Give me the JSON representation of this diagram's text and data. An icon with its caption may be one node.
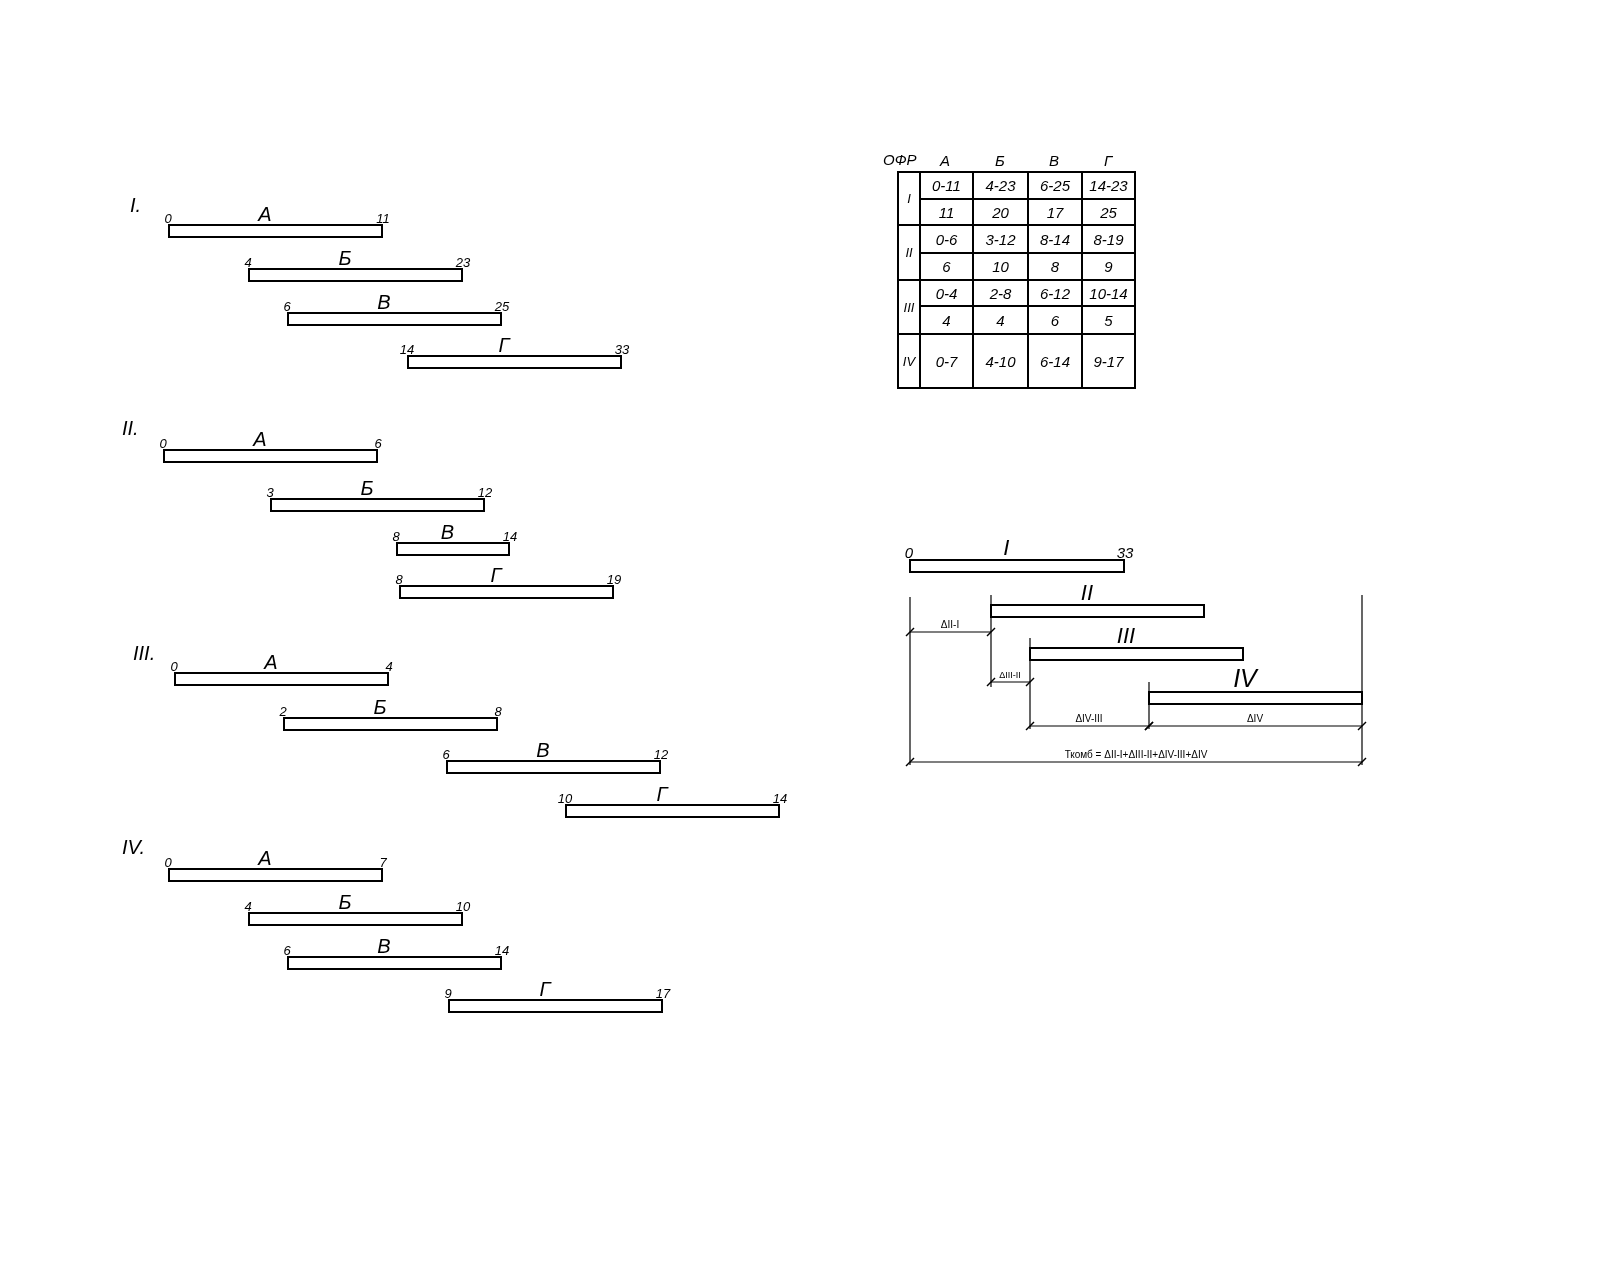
{
  "diagram": {
    "nodes": [
      {
        "text": [
          "А"
        ],
        "beside": [
          "0",
          "11"
        ]
      },
      {
        "text": [
          "Б"
        ],
        "beside": [
          "4",
          "23"
        ]
      },
      {
        "text": [
          "В"
        ],
        "beside": [
          "6",
          "25"
        ]
      },
      {
        "text": [
          "Г"
        ],
        "beside": [
          "14",
          "33"
        ]
      },
      {
        "text": [
          "А"
        ],
        "beside": [
          "0",
          "6"
        ]
      },
      {
        "text": [
          "Б"
        ],
        "beside": [
          "3",
          "12"
        ]
      },
      {
        "text": [
          "В"
        ],
        "beside": [
          "8",
          "14"
        ]
      },
      {
        "text": [
          "Г"
        ],
        "beside": [
          "8",
          "19"
        ]
      },
      {
        "text": [
          "А"
        ],
        "beside": [
          "0",
          "4"
        ]
      },
      {
        "text": [
          "Б"
        ],
        "beside": [
          "2",
          "8"
        ]
      },
      {
        "text": [
          "В"
        ],
        "beside": [
          "6",
          "12"
        ]
      },
      {
        "text": [
          "Г"
        ],
        "beside": [
          "10",
          "14"
        ]
      },
      {
        "text": [
          "А"
        ],
        "beside": [
          "0",
          "7"
        ]
      },
      {
        "text": [
          "Б"
        ],
        "beside": [
          "4",
          "10"
        ]
      },
      {
        "text": [
          "В"
        ],
        "beside": [
          "6",
          "14"
        ]
      },
      {
        "text": [
          "Г"
        ],
        "beside": [
          "9",
          "17"
        ]
      },
      {
        "text": [
          "I"
        ],
        "beside": [
          "0",
          "33"
        ]
      },
      {
        "text": [
          "II"
        ]
      },
      {
        "text": [
          "III"
        ]
      },
      {
        "text": [
          "IV"
        ]
      }
    ],
    "labels": [
      "I.",
      "II.",
      "III.",
      "IV.",
      "ОФР",
      "А",
      "Б",
      "В",
      "Г",
      "I",
      "0-11",
      "4-23",
      "6-25",
      "14-23",
      "11",
      "20",
      "17",
      "25",
      "II",
      "0-6",
      "3-12",
      "8-14",
      "8-19",
      "6",
      "10",
      "8",
      "9",
      "III",
      "0-4",
      "2-8",
      "6-12",
      "10-14",
      "4",
      "4",
      "6",
      "5",
      "IV",
      "0-7",
      "4-10",
      "6-14",
      "9-17",
      "ΔII-I",
      "ΔIII-II",
      "ΔIV-III",
      "ΔIV",
      "Ткомб = ΔII-I+ΔIII-II+ΔIV-III+ΔIV"
    ]
  }
}
